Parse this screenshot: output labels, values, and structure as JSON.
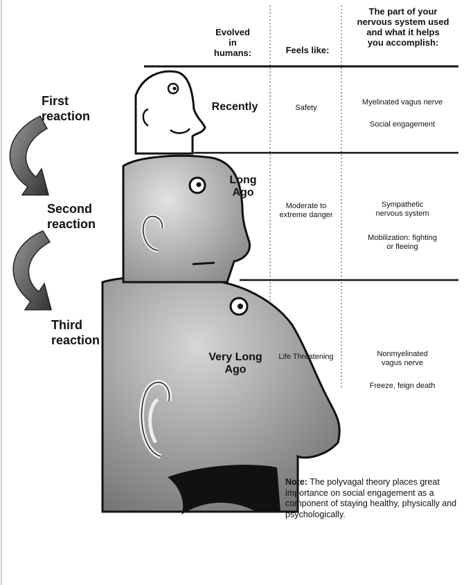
{
  "headers": {
    "evolved": "Evolved\nin\nhumans:",
    "feels": "Feels like:",
    "part": "The part of your\nnervous system used\nand what it helps\nyou accomplish:"
  },
  "reactions": [
    {
      "label": "First\nreaction"
    },
    {
      "label": "Second\nreaction"
    },
    {
      "label": "Third\nreaction"
    }
  ],
  "rows": [
    {
      "evolved": "Recently",
      "feels": "Safety",
      "system": "Myelinated vagus nerve",
      "accomplish": "Social engagement"
    },
    {
      "evolved": "Long\nAgo",
      "feels": "Moderate to\nextreme danger",
      "system": "Sympathetic\nnervous system",
      "accomplish": "Mobilization: fighting\nor fleeing"
    },
    {
      "evolved": "Very Long\nAgo",
      "feels": "Life Threatening",
      "system": "Nonmyelinated\nvagus nerve",
      "accomplish": "Freeze, feign death"
    }
  ],
  "note": {
    "label": "Note:",
    "text": "The polyvagal theory places great importance on social engagement as a component of staying healthy, physically and psychologically."
  },
  "colors": {
    "ink": "#111111",
    "face_gray": "#b9b9b9",
    "face_dark": "#7e7e7e",
    "arrow_gray": "#555555"
  }
}
